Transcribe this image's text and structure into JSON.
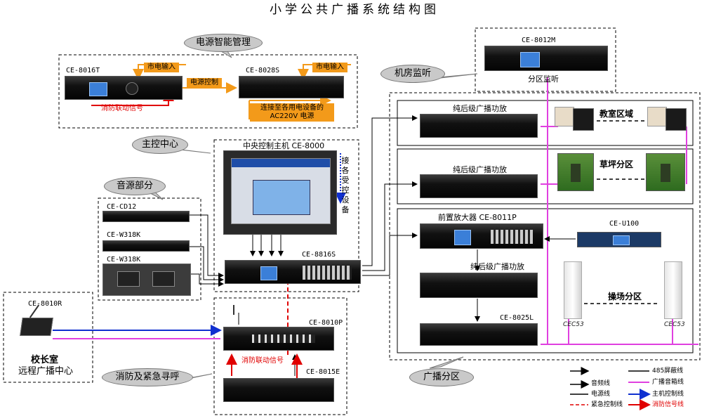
{
  "title": "小学公共广播系统结构图",
  "bubbles": {
    "power_mgmt": "电源智能管理",
    "control_center": "主控中心",
    "audio_source": "音源部分",
    "room_monitor": "机房监听",
    "fire_emergency": "消防及紧急寻呼",
    "broadcast_zone": "广播分区"
  },
  "devices": {
    "ce8016t": "CE-8016T",
    "ce8028s": "CE-8028S",
    "ce8012m": "CE-8012M",
    "ce8012m_caption": "分区监听",
    "ce8000": "中央控制主机 CE-8000",
    "ce8816s": "CE-8816S",
    "cecd12": "CE-CD12",
    "cew318k_a": "CE-W318K",
    "cew318k_b": "CE-W318K",
    "ce8010r": "CE-8010R",
    "ce8010p": "CE-8010P",
    "ce8015e": "CE-8015E",
    "amp1": "纯后级广播功放",
    "amp2": "纯后级广播功放",
    "preamp": "前置放大器 CE-8011P",
    "amp3": "纯后级广播功放",
    "ce8025l": "CE-8025L",
    "ceu100": "CE-U100",
    "cec53_left": "CEC53",
    "cec53_right": "CEC53"
  },
  "labels": {
    "mains_in_1": "市电输入",
    "mains_in_2": "市电输入",
    "power_ctrl": "电源控制",
    "fire_link_1": "消防联动信号",
    "fire_link_2": "消防联动信号",
    "to_ac220": "连接至各用电设备的",
    "to_ac220_2": "AC220V 电源",
    "receive_ctrl": "接各受控设备",
    "principal_room": "校长室",
    "remote_center": "远程广播中心",
    "classroom_zone": "教室区域",
    "lawn_zone": "草坪分区",
    "playground_zone": "操场分区"
  },
  "legend": {
    "audio_line": "音频线",
    "power_line": "电源线",
    "emergency_ctrl": "紧急控制线",
    "shield_485": "485屏蔽线",
    "speaker_line": "广播音箱线",
    "host_ctrl": "主机控制线",
    "fire_signal": "消防信号线"
  },
  "colors": {
    "speaker_line": "#e040e0",
    "host_ctrl": "#1030d0",
    "fire_signal": "#e00000",
    "orange_label": "#f39a1a",
    "bubble": "#c9c9c9"
  }
}
